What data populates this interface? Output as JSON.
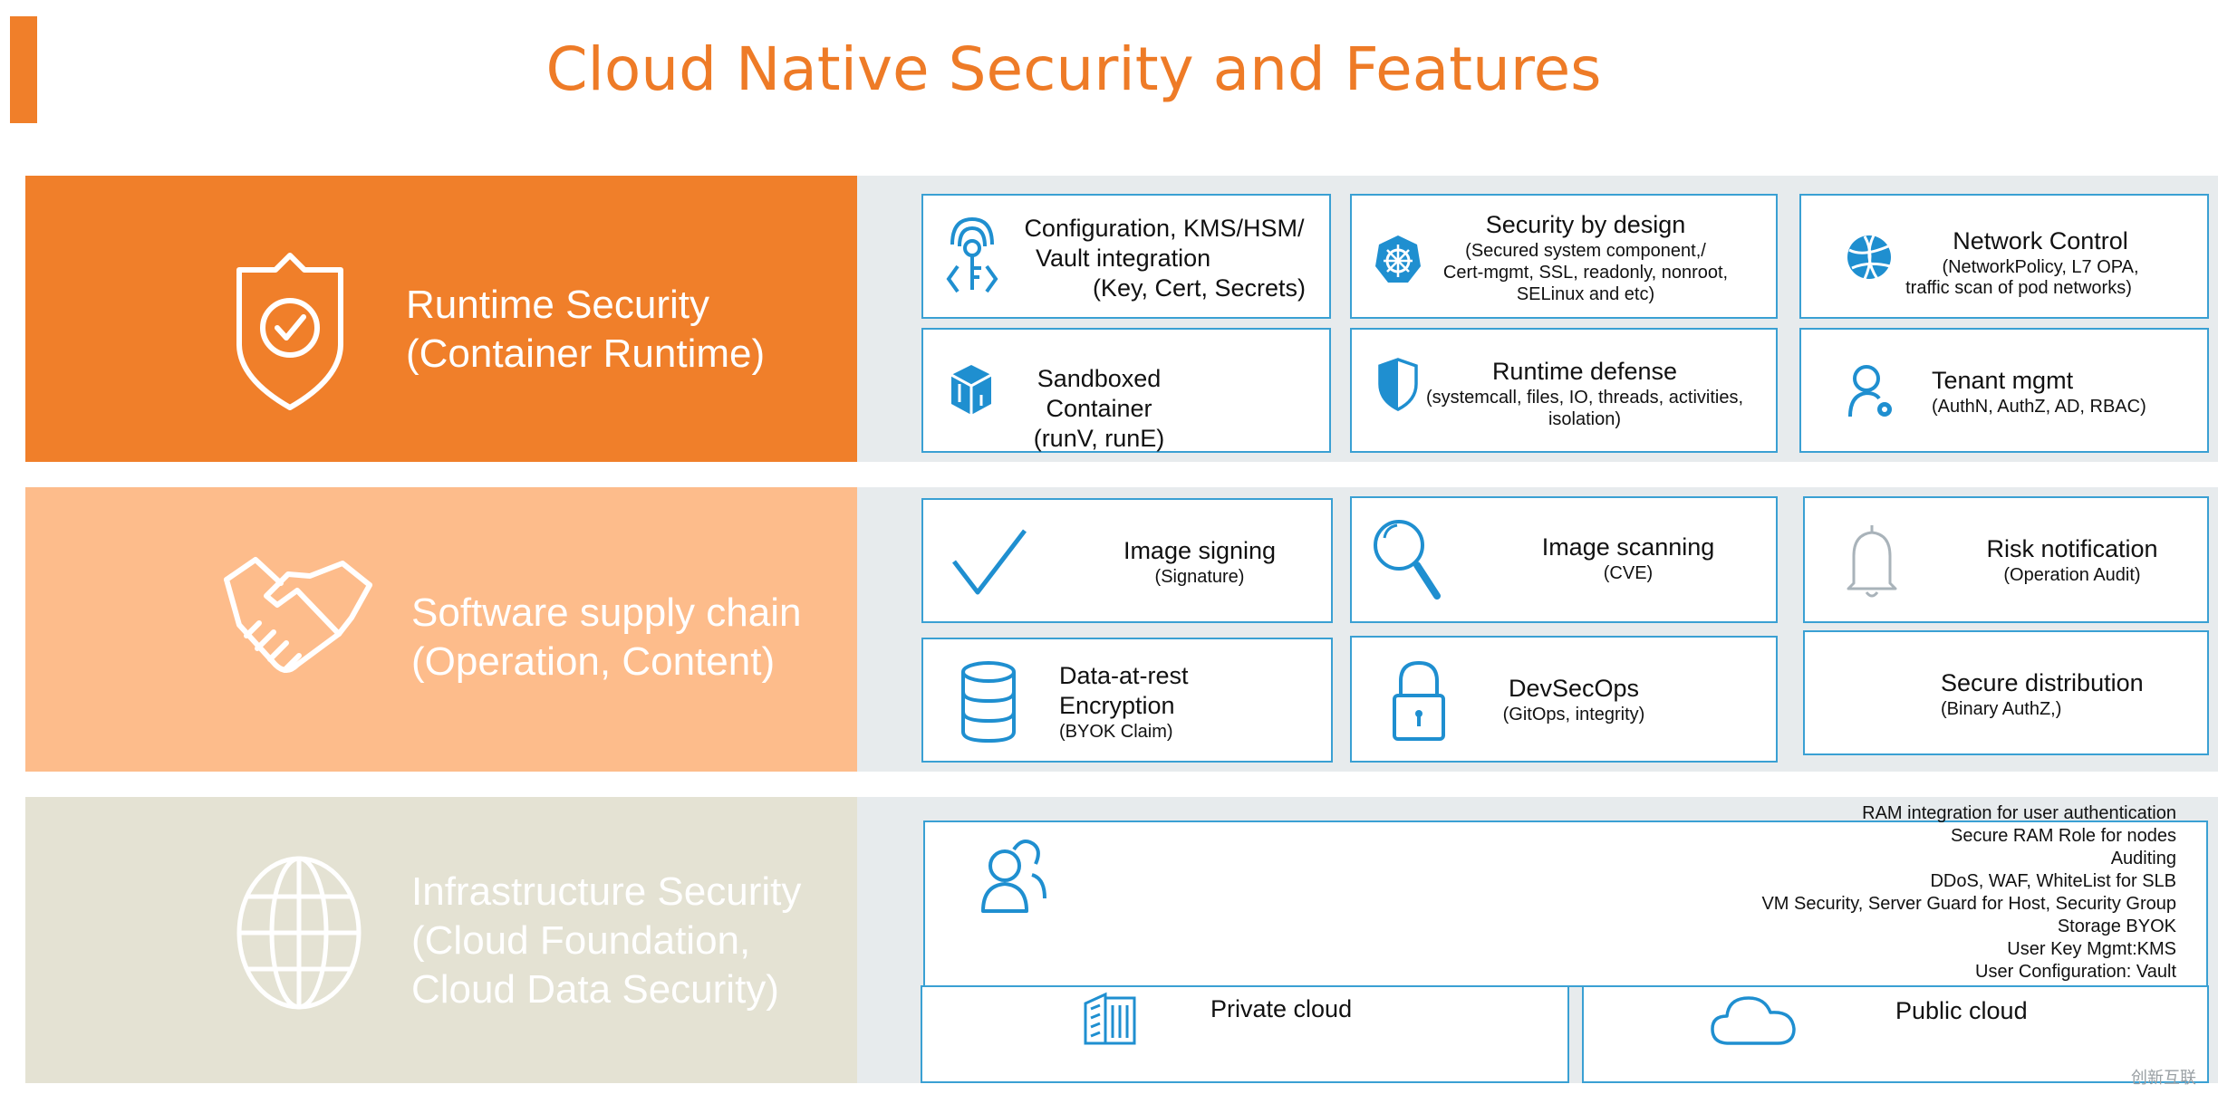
{
  "title": "Cloud Native Security and Features",
  "colors": {
    "accent": "#f07f2a",
    "runtime_band": "#f07f2a",
    "supply_band": "#fdbc8b",
    "infra_band": "#e4e2d3",
    "card_border": "#3aa0d3",
    "icon_blue": "#1f8fd0"
  },
  "sections": {
    "runtime": {
      "line1": "Runtime Security",
      "line2": "(Container Runtime)",
      "icon": "shield-check-icon",
      "cards": {
        "config": {
          "l1": "Configuration, KMS/HSM/",
          "l2": "Vault integration",
          "l3": "(Key, Cert, Secrets)",
          "icon": "key-lock-icon"
        },
        "design": {
          "title": "Security by design",
          "s1": "(Secured system component,/",
          "s2": "Cert-mgmt, SSL, readonly, nonroot,",
          "s3": "SELinux and etc)",
          "icon": "kubernetes-icon"
        },
        "network": {
          "title": "Network Control",
          "s1": "(NetworkPolicy, L7 OPA,",
          "s2": "traffic scan of pod networks)",
          "icon": "globe-network-icon"
        },
        "sandbox": {
          "l1": "Sandboxed Container",
          "l2": "(runV, runE)",
          "icon": "cube-icon"
        },
        "defense": {
          "title": "Runtime defense",
          "s1": "(systemcall, files, IO, threads, activities,",
          "s2": "isolation)",
          "icon": "shield-half-icon"
        },
        "tenant": {
          "title": "Tenant mgmt",
          "s1": "(AuthN, AuthZ, AD, RBAC)",
          "icon": "user-gear-icon"
        }
      }
    },
    "supply": {
      "line1": "Software supply chain",
      "line2": "(Operation, Content)",
      "icon": "handshake-icon",
      "cards": {
        "signing": {
          "title": "Image signing",
          "sub": "(Signature)",
          "icon": "checkmark-icon"
        },
        "scanning": {
          "title": "Image scanning",
          "sub": "(CVE)",
          "icon": "magnifier-icon"
        },
        "risk": {
          "title": "Risk notification",
          "sub": "(Operation Audit)",
          "icon": "bell-icon"
        },
        "encryption": {
          "l1": "Data-at-rest",
          "l2": "Encryption",
          "sub": "(BYOK Claim)",
          "icon": "database-icon"
        },
        "devsecops": {
          "title": "DevSecOps",
          "sub": "(GitOps, integrity)",
          "icon": "padlock-icon"
        },
        "distribution": {
          "title": "Secure distribution",
          "sub": "(Binary AuthZ,)"
        }
      }
    },
    "infra": {
      "line1": "Infrastructure Security",
      "line2": "(Cloud Foundation,",
      "line3": "Cloud Data Security)",
      "icon": "globe-icon",
      "items": [
        "RAM  integration for user authentication",
        "Secure RAM Role for nodes",
        "Auditing",
        "DDoS, WAF, WhiteList for SLB",
        "VM Security, Server Guard for Host, Security Group",
        "Storage BYOK",
        "User Key Mgmt:KMS",
        "User Configuration: Vault"
      ],
      "users_icon": "users-icon",
      "private_cloud": {
        "label": "Private cloud",
        "icon": "building-icon"
      },
      "public_cloud": {
        "label": "Public cloud",
        "icon": "cloud-icon"
      }
    }
  },
  "watermark": "创新互联"
}
